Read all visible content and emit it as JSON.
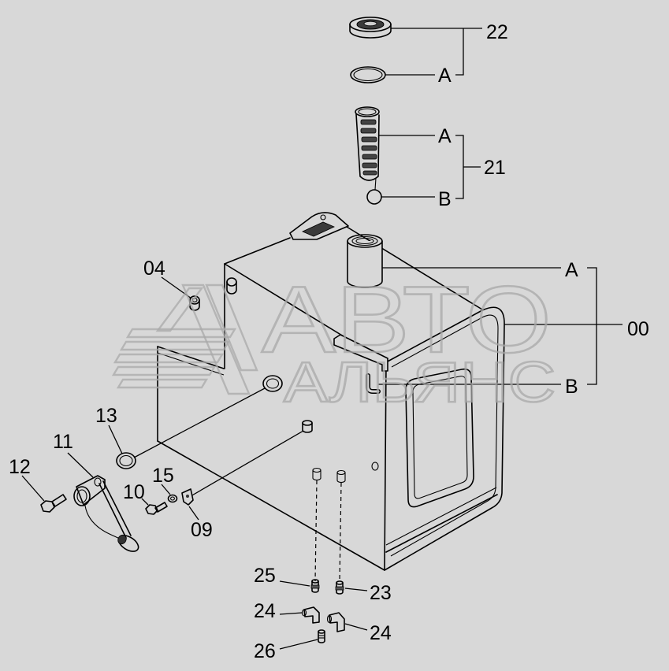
{
  "labels": {
    "cap": "22",
    "ring": "A",
    "strainer_top": "A",
    "strainer": "21",
    "ball": "B",
    "bushing": "04",
    "neck": "A",
    "tank": "00",
    "pipe": "B",
    "gasket": "13",
    "sender": "11",
    "bolt12": "12",
    "washer": "15",
    "bolt10": "10",
    "bracket": "09",
    "fitting25": "25",
    "fitting23": "23",
    "elbow_left": "24",
    "elbow_right": "24",
    "plug": "26"
  },
  "watermark": {
    "line1": "АВТО",
    "line2": "АЛЬЯНС"
  },
  "colors": {
    "background": "#d8d8d8",
    "ink": "#000000",
    "watermark": "#a9a9a9"
  }
}
